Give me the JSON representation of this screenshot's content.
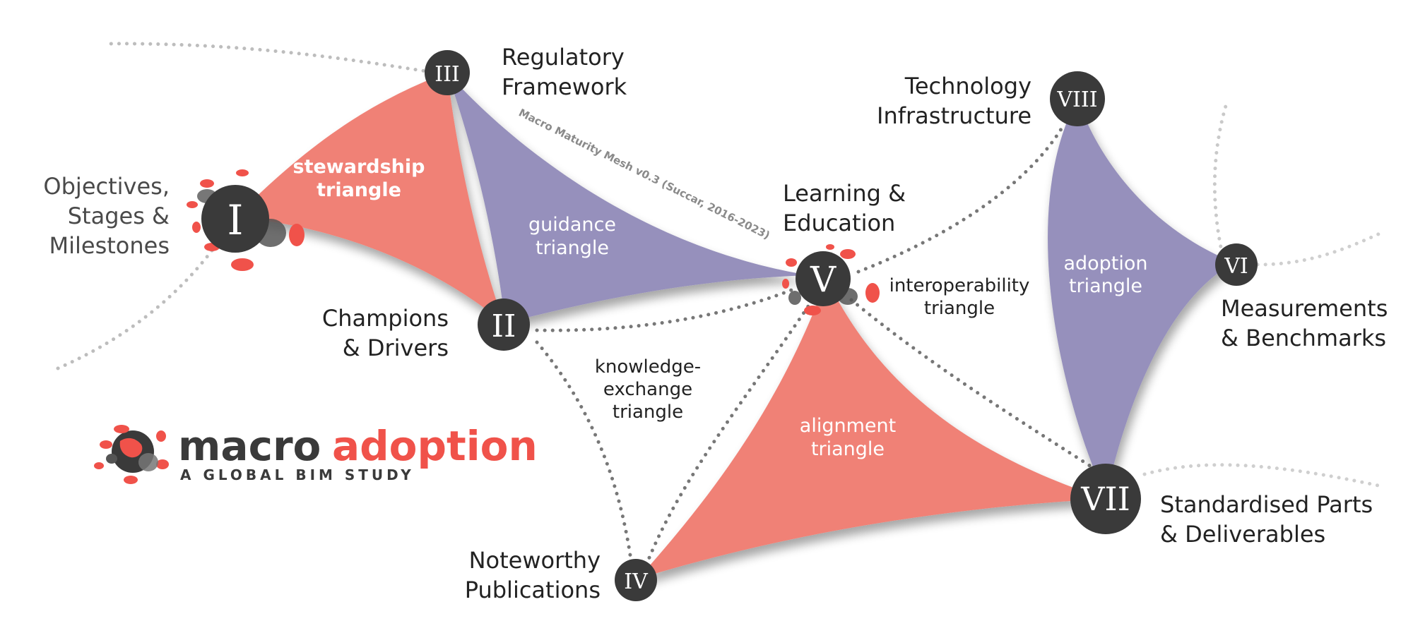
{
  "colors": {
    "node": "#3a3a3a",
    "coral": "#f08176",
    "purple": "#9690bc",
    "accent_red": "#f0524a",
    "dots": "#777777"
  },
  "nodes": [
    {
      "numeral": "I",
      "label_lines": [
        "Objectives,",
        "Stages &",
        "Milestones"
      ]
    },
    {
      "numeral": "II",
      "label_lines": [
        "Champions",
        "& Drivers"
      ]
    },
    {
      "numeral": "III",
      "label_lines": [
        "Regulatory",
        "Framework"
      ]
    },
    {
      "numeral": "IV",
      "label_lines": [
        "Noteworthy",
        "Publications"
      ]
    },
    {
      "numeral": "V",
      "label_lines": [
        "Learning &",
        "Education"
      ]
    },
    {
      "numeral": "VI",
      "label_lines": [
        "Measurements",
        "& Benchmarks"
      ]
    },
    {
      "numeral": "VII",
      "label_lines": [
        "Standardised Parts",
        "& Deliverables"
      ]
    },
    {
      "numeral": "VIII",
      "label_lines": [
        "Technology",
        "Infrastructure"
      ]
    }
  ],
  "triangles": [
    {
      "name": "stewardship",
      "lines": [
        "stewardship",
        "triangle"
      ]
    },
    {
      "name": "guidance",
      "lines": [
        "guidance",
        "triangle"
      ]
    },
    {
      "name": "alignment",
      "lines": [
        "alignment",
        "triangle"
      ]
    },
    {
      "name": "adoption",
      "lines": [
        "adoption",
        "triangle"
      ]
    }
  ],
  "dotted_triangles": [
    {
      "name": "knowledge-exchange",
      "lines": [
        "knowledge-",
        "exchange",
        "triangle"
      ]
    },
    {
      "name": "interoperability",
      "lines": [
        "interoperability",
        "triangle"
      ]
    }
  ],
  "mesh_note": "Macro Maturity Mesh v0.3 (Succar, 2016-2023)",
  "logo": {
    "word1": "macro",
    "word2": "adoption",
    "tagline": "A GLOBAL BIM STUDY"
  }
}
